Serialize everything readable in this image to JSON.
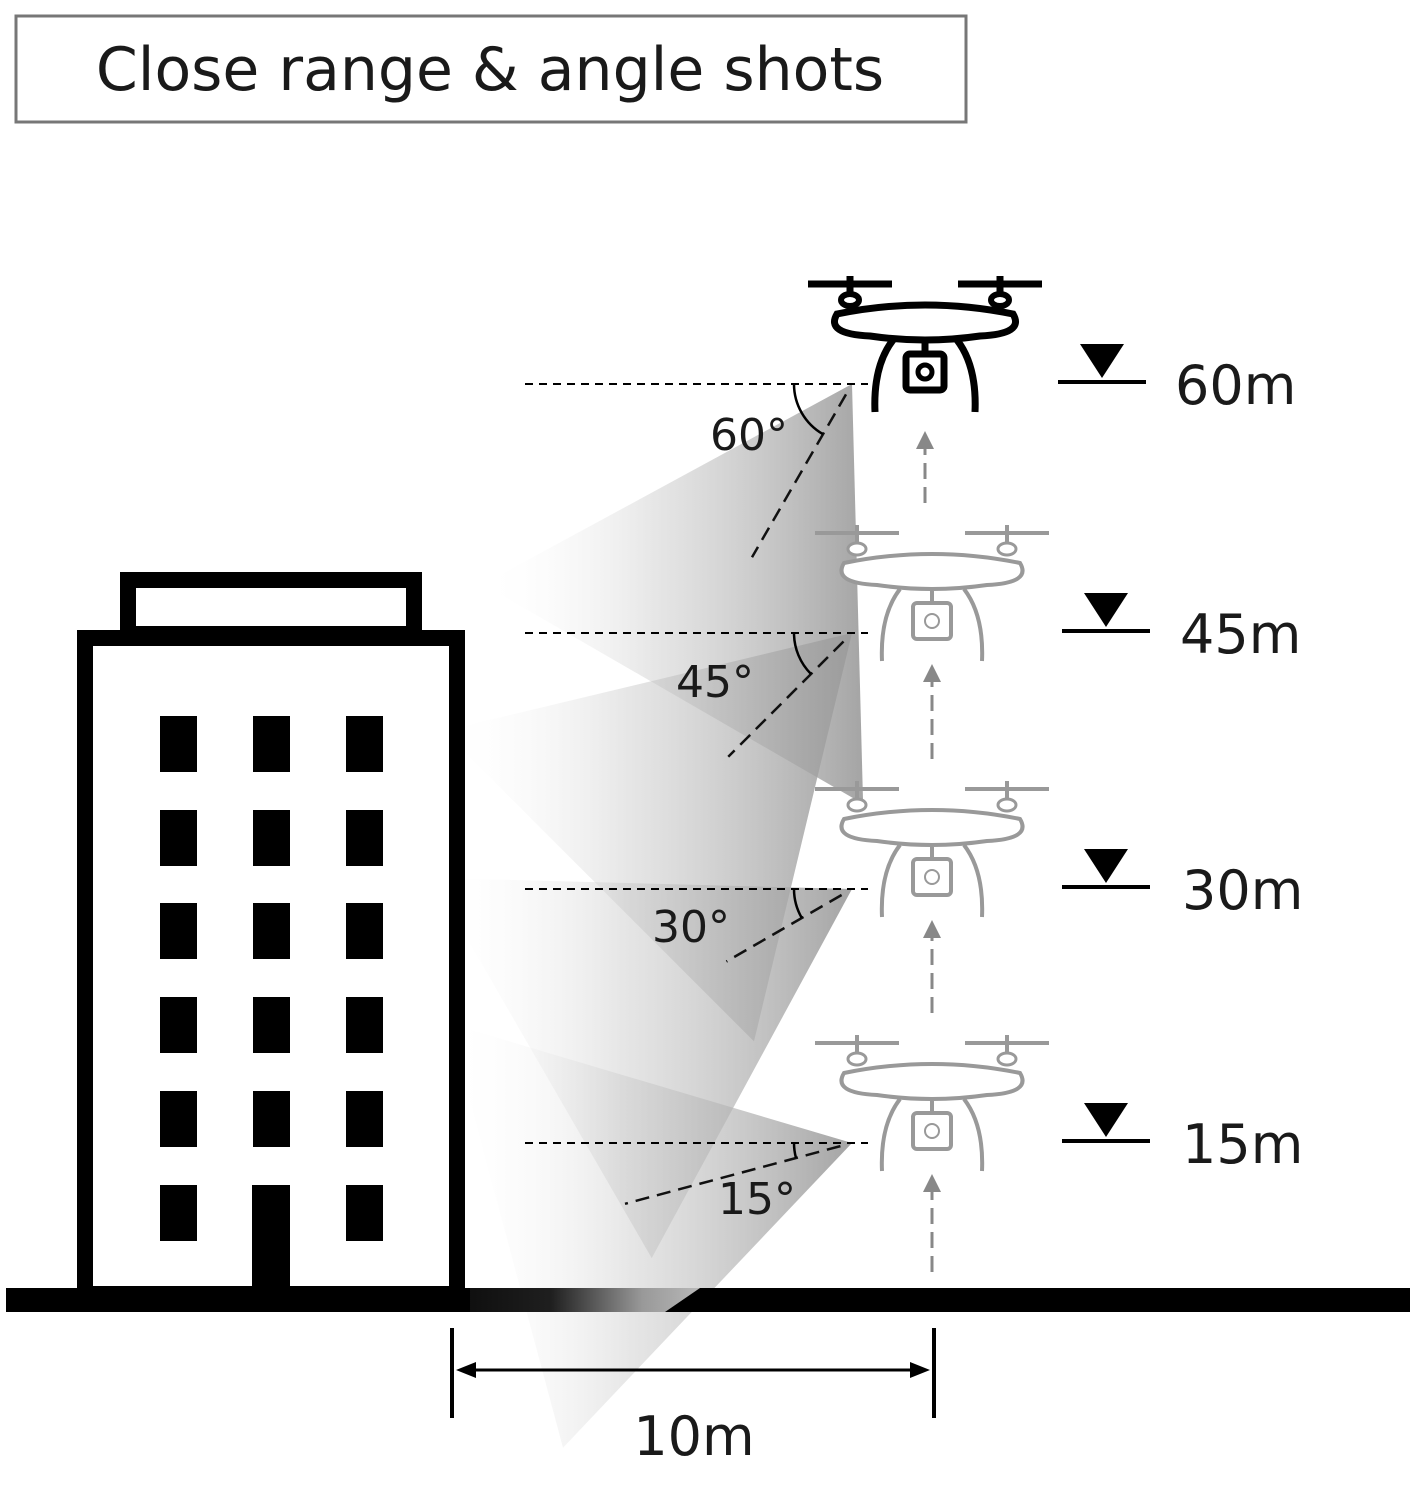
{
  "title": "Close range & angle shots",
  "distance": {
    "label": "10m"
  },
  "altitudes": [
    {
      "label": "60m",
      "angle": 60,
      "angle_label": "60°"
    },
    {
      "label": "45m",
      "angle": 45,
      "angle_label": "45°"
    },
    {
      "label": "30m",
      "angle": 30,
      "angle_label": "30°"
    },
    {
      "label": "15m",
      "angle": 15,
      "angle_label": "15°"
    }
  ],
  "building": {
    "window_rows": 6,
    "window_cols": 3
  },
  "icons": [
    "building-icon",
    "drone-icon",
    "level-marker-icon",
    "up-arrow-icon"
  ]
}
